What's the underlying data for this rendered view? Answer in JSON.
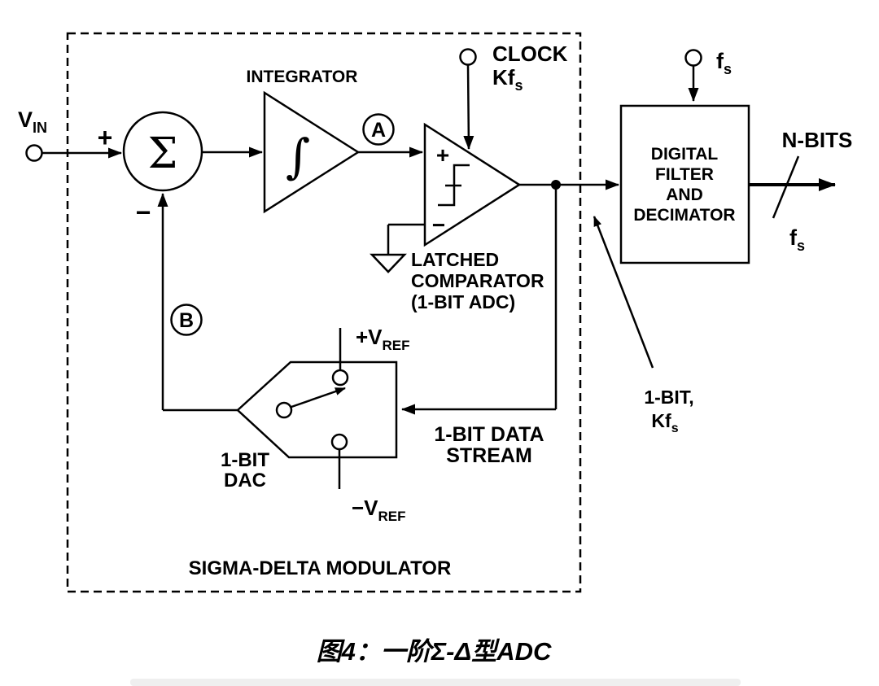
{
  "colors": {
    "line": "#000000",
    "background": "#ffffff",
    "bottom_bar": "#efefef"
  },
  "diagram": {
    "modulator_box_label": "SIGMA-DELTA MODULATOR",
    "input": {
      "label": "V",
      "label_sub": "IN"
    },
    "summing": {
      "symbol": "Σ",
      "plus": "+",
      "minus": "−"
    },
    "integrator": {
      "title": "INTEGRATOR",
      "symbol": "∫"
    },
    "node_a": {
      "label": "A"
    },
    "node_b": {
      "label": "B"
    },
    "clock": {
      "line1": "CLOCK",
      "line2": "Kf",
      "line2_sub": "s"
    },
    "comparator": {
      "plus": "+",
      "minus": "−",
      "caption_line1": "LATCHED",
      "caption_line2": "COMPARATOR",
      "caption_line3": "(1-BIT ADC)"
    },
    "dac": {
      "label_line1": "1-BIT",
      "label_line2": "DAC",
      "pos_ref": "+V",
      "pos_ref_sub": "REF",
      "neg_ref": "−V",
      "neg_ref_sub": "REF"
    },
    "data_stream": {
      "line1": "1-BIT DATA",
      "line2": "STREAM"
    },
    "output_annotation": {
      "line1": "1-BIT,",
      "line2": "Kf",
      "line2_sub": "s"
    },
    "filter": {
      "line1": "DIGITAL",
      "line2": "FILTER",
      "line3": "AND",
      "line4": "DECIMATOR",
      "clock": "f",
      "clock_sub": "s"
    },
    "output": {
      "bits": "N-BITS",
      "rate": "f",
      "rate_sub": "s"
    }
  },
  "caption": "图4：一阶Σ-Δ型ADC"
}
